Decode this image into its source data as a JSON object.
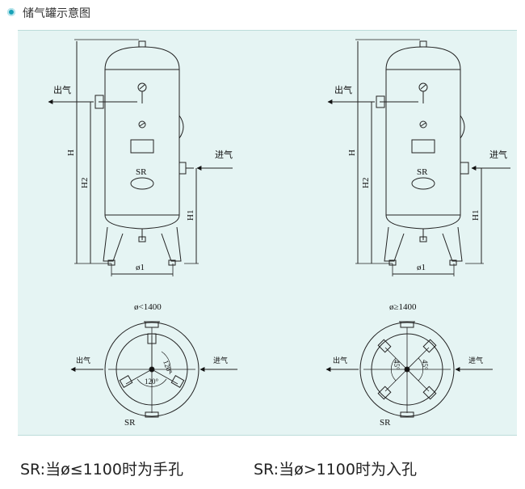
{
  "header": {
    "title": "储气罐示意图"
  },
  "diagram": {
    "left_tank": {
      "outlet_label": "出气",
      "inlet_label": "进气",
      "h_label": "H",
      "h2_label": "H2",
      "h1_label": "H1",
      "sr_label": "SR",
      "diameter_label": "ø1"
    },
    "right_tank": {
      "outlet_label": "出气",
      "inlet_label": "进气",
      "h_label": "H",
      "h2_label": "H2",
      "h1_label": "H1",
      "sr_label": "SR",
      "diameter_label": "ø1"
    },
    "left_plan": {
      "title": "ø<1400",
      "outlet_label": "出气",
      "inlet_label": "进气",
      "angle_a": "120°",
      "angle_b": "120°",
      "sr_label": "SR"
    },
    "right_plan": {
      "title": "ø≥1400",
      "outlet_label": "出气",
      "inlet_label": "进气",
      "angle_a": "45°",
      "angle_b": "45°",
      "sr_label": "SR"
    }
  },
  "footer": {
    "left_note": "SR:当ø≤1100时为手孔",
    "right_note": "SR:当ø>1100时为入孔"
  }
}
